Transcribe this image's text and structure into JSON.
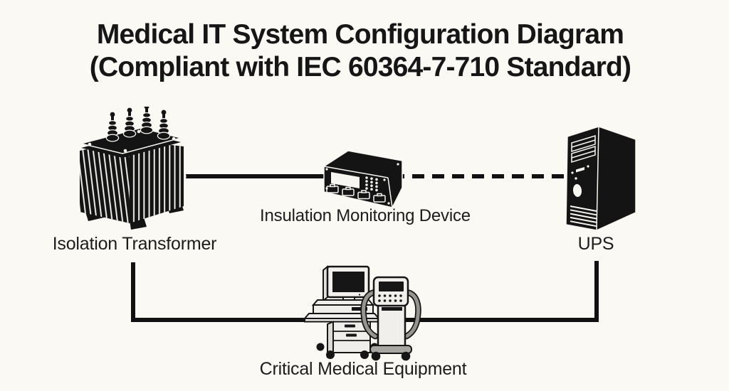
{
  "title": {
    "line1": "Medical IT System Configuration Diagram",
    "line2": "(Compliant with IEC 60364-7-710 Standard)"
  },
  "nodes": {
    "transformer": {
      "label": "Isolation Transformer",
      "icon": "isolation-transformer-icon"
    },
    "imd": {
      "label": "Insulation Monitoring Device",
      "icon": "insulation-monitoring-device-icon"
    },
    "ups": {
      "label": "UPS",
      "icon": "ups-tower-icon"
    },
    "equipment": {
      "label": "Critical Medical Equipment",
      "icon": "medical-equipment-icon"
    }
  },
  "connections": [
    {
      "from": "Isolation Transformer",
      "to": "Insulation Monitoring Device",
      "style": "solid"
    },
    {
      "from": "Insulation Monitoring Device",
      "to": "UPS",
      "style": "dashed"
    },
    {
      "from": "Isolation Transformer",
      "to": "Critical Medical Equipment",
      "style": "solid"
    },
    {
      "from": "UPS",
      "to": "Critical Medical Equipment",
      "style": "solid"
    }
  ],
  "colors": {
    "background": "#faf9f4",
    "line": "#111111",
    "silhouette": "#141414",
    "outline_white": "#f7f6f1",
    "equipment_fill": "#f0eeea",
    "equipment_stroke": "#161616"
  }
}
